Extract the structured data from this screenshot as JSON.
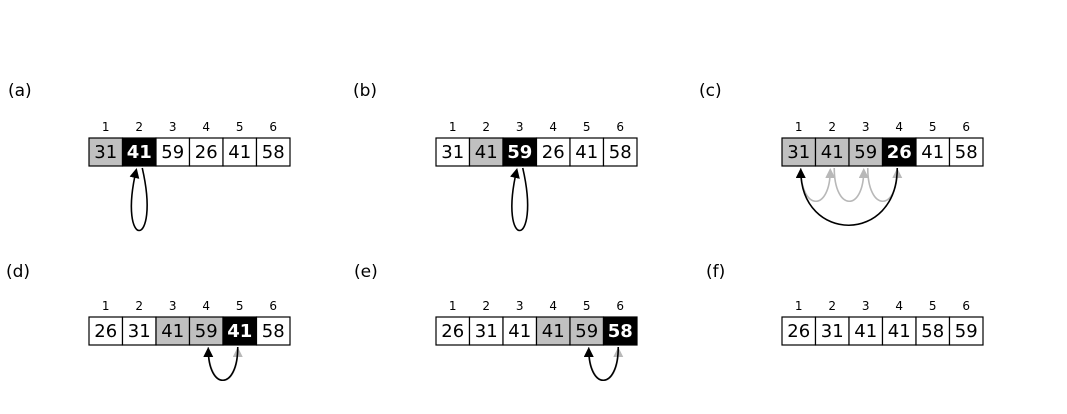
{
  "colors": {
    "key_cell": "#000000",
    "sorted_cell": "#c0c0c0",
    "plain_cell": "#ffffff",
    "arrow_main": "#000000",
    "arrow_faded": "#b8b8b8"
  },
  "indices": [
    "1",
    "2",
    "3",
    "4",
    "5",
    "6"
  ],
  "panels": [
    {
      "label": "(a)",
      "values": [
        "31",
        "41",
        "59",
        "26",
        "41",
        "58"
      ],
      "states": [
        "sorted",
        "key",
        "plain",
        "plain",
        "plain",
        "plain"
      ],
      "arrows": [
        {
          "from": 2,
          "to": 2,
          "style": "main"
        }
      ]
    },
    {
      "label": "(b)",
      "values": [
        "31",
        "41",
        "59",
        "26",
        "41",
        "58"
      ],
      "states": [
        "plain",
        "sorted",
        "key",
        "plain",
        "plain",
        "plain"
      ],
      "arrows": [
        {
          "from": 3,
          "to": 3,
          "style": "main"
        }
      ]
    },
    {
      "label": "(c)",
      "values": [
        "31",
        "41",
        "59",
        "26",
        "41",
        "58"
      ],
      "states": [
        "sorted",
        "sorted",
        "sorted",
        "key",
        "plain",
        "plain"
      ],
      "arrows": [
        {
          "from": 1,
          "to": 2,
          "style": "faded"
        },
        {
          "from": 2,
          "to": 3,
          "style": "faded"
        },
        {
          "from": 3,
          "to": 4,
          "style": "faded"
        },
        {
          "from": 4,
          "to": 1,
          "style": "main"
        }
      ]
    },
    {
      "label": "(d)",
      "values": [
        "26",
        "31",
        "41",
        "59",
        "41",
        "58"
      ],
      "states": [
        "plain",
        "plain",
        "sorted",
        "sorted",
        "key",
        "plain"
      ],
      "arrows": [
        {
          "from": 4,
          "to": 5,
          "style": "faded"
        },
        {
          "from": 5,
          "to": 4,
          "style": "main"
        }
      ]
    },
    {
      "label": "(e)",
      "values": [
        "26",
        "31",
        "41",
        "41",
        "59",
        "58"
      ],
      "states": [
        "plain",
        "plain",
        "plain",
        "sorted",
        "sorted",
        "key"
      ],
      "arrows": [
        {
          "from": 5,
          "to": 6,
          "style": "faded"
        },
        {
          "from": 6,
          "to": 5,
          "style": "main"
        }
      ]
    },
    {
      "label": "(f)",
      "values": [
        "26",
        "31",
        "41",
        "41",
        "58",
        "59"
      ],
      "states": [
        "plain",
        "plain",
        "plain",
        "plain",
        "plain",
        "plain"
      ],
      "arrows": []
    }
  ]
}
